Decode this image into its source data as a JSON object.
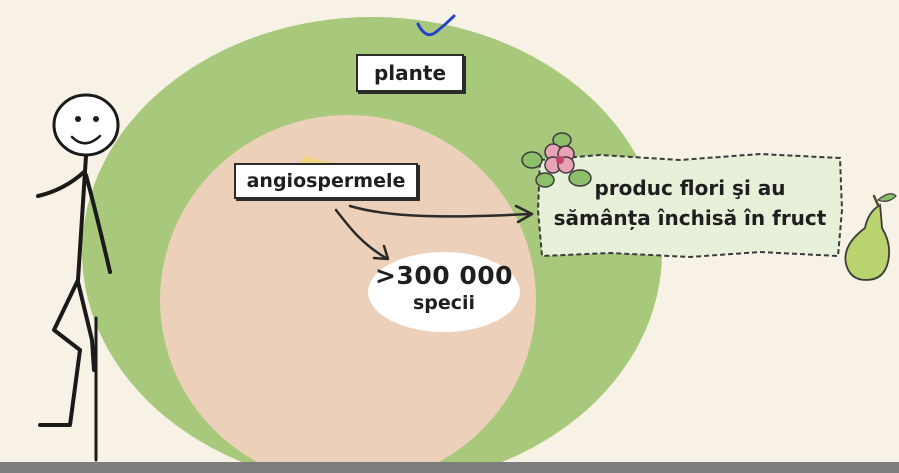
{
  "diagram": {
    "outer_set": {
      "label": "plante",
      "color": "#a8c97c"
    },
    "inner_set": {
      "label": "angiospermele",
      "color": "#ecd0b9"
    },
    "species_count": {
      "value": ">300 000",
      "unit": "specii"
    },
    "description": {
      "line1": "produc flori şi au",
      "line2": "sămânța închisă în fruct",
      "card_color": "#e7f0d9"
    },
    "icons": [
      "stick-figure-icon",
      "flower-icon",
      "pear-icon",
      "pen-check-mark-icon",
      "highlight-mark-icon"
    ]
  }
}
